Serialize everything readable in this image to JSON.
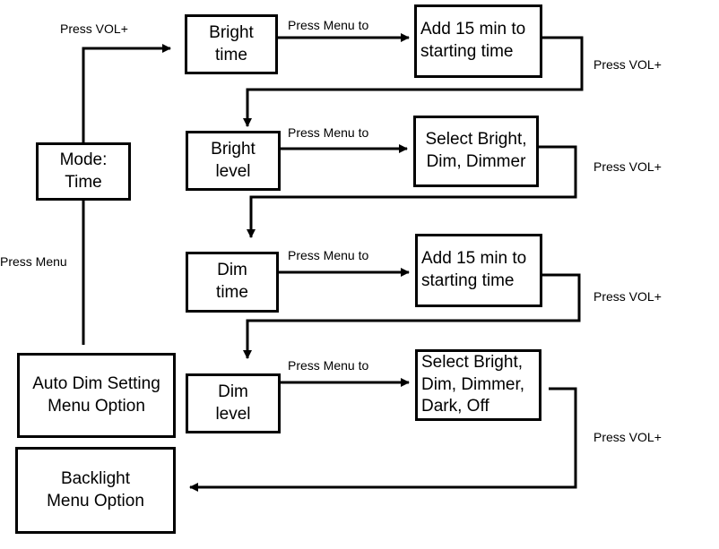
{
  "boxes": {
    "mode_time": "Mode:\nTime",
    "bright_time": "Bright\ntime",
    "bright_time_action": "Add 15 min to\nstarting time",
    "bright_level": "Bright\nlevel",
    "bright_level_action": "Select Bright,\nDim, Dimmer",
    "dim_time": "Dim\ntime",
    "dim_time_action": "Add 15 min to\nstarting time",
    "dim_level": "Dim\nlevel",
    "dim_level_action": "Select Bright,\nDim, Dimmer,\nDark, Off",
    "auto_dim": "Auto Dim Setting\nMenu Option",
    "backlight": "Backlight\nMenu Option"
  },
  "labels": {
    "press_vol_top": "Press VOL+",
    "press_menu_left": "Press Menu",
    "menu_to_1": "Press Menu to",
    "menu_to_2": "Press Menu to",
    "menu_to_3": "Press Menu to",
    "menu_to_4": "Press Menu to",
    "vol_right_1": "Press VOL+",
    "vol_right_2": "Press VOL+",
    "vol_right_3": "Press VOL+",
    "vol_right_4": "Press VOL+"
  }
}
